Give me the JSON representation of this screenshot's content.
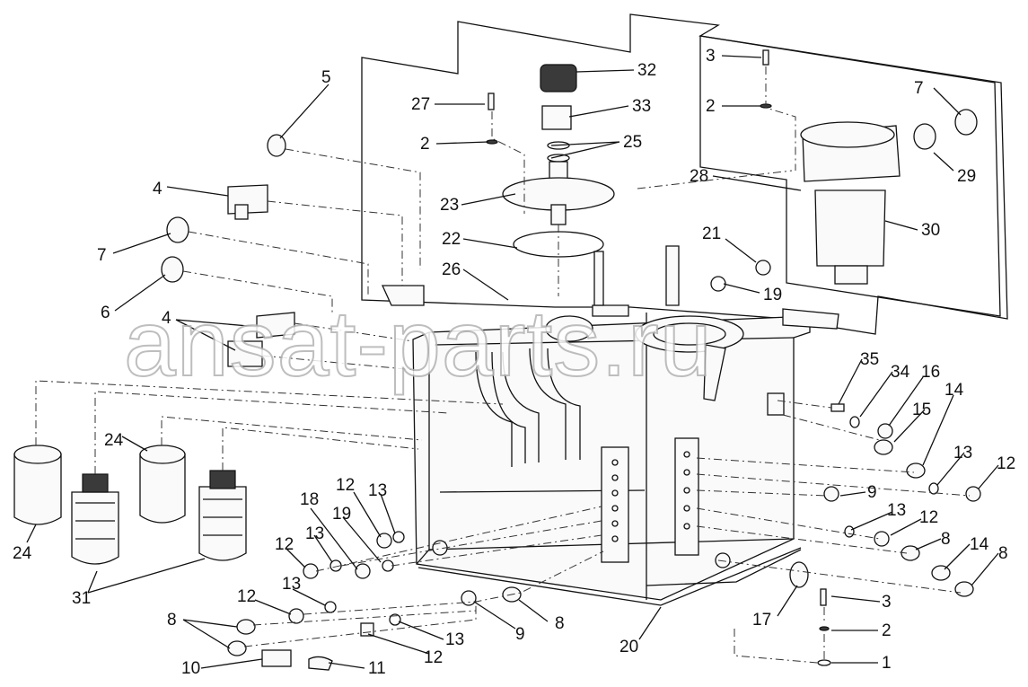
{
  "watermark": "ansat-parts.ru",
  "callouts": {
    "c1": "1",
    "c2a": "2",
    "c2b": "2",
    "c2c": "2",
    "c3a": "3",
    "c3b": "3",
    "c4a": "4",
    "c4b": "4",
    "c5": "5",
    "c6": "6",
    "c7a": "7",
    "c7b": "7",
    "c8a": "8",
    "c8b": "8",
    "c8c": "8",
    "c8d": "8",
    "c9a": "9",
    "c9b": "9",
    "c10": "10",
    "c11": "11",
    "c12a": "12",
    "c12b": "12",
    "c12c": "12",
    "c12d": "12",
    "c12e": "12",
    "c12f": "12",
    "c13a": "13",
    "c13b": "13",
    "c13c": "13",
    "c13d": "13",
    "c13e": "13",
    "c13f": "13",
    "c14a": "14",
    "c14b": "14",
    "c15": "15",
    "c16": "16",
    "c17": "17",
    "c18": "18",
    "c19a": "19",
    "c19b": "19",
    "c20": "20",
    "c21": "21",
    "c22": "22",
    "c23": "23",
    "c24a": "24",
    "c24b": "24",
    "c25": "25",
    "c26": "26",
    "c27": "27",
    "c28": "28",
    "c29": "29",
    "c30": "30",
    "c31": "31",
    "c32": "32",
    "c33": "33",
    "c34": "34",
    "c35": "35"
  }
}
